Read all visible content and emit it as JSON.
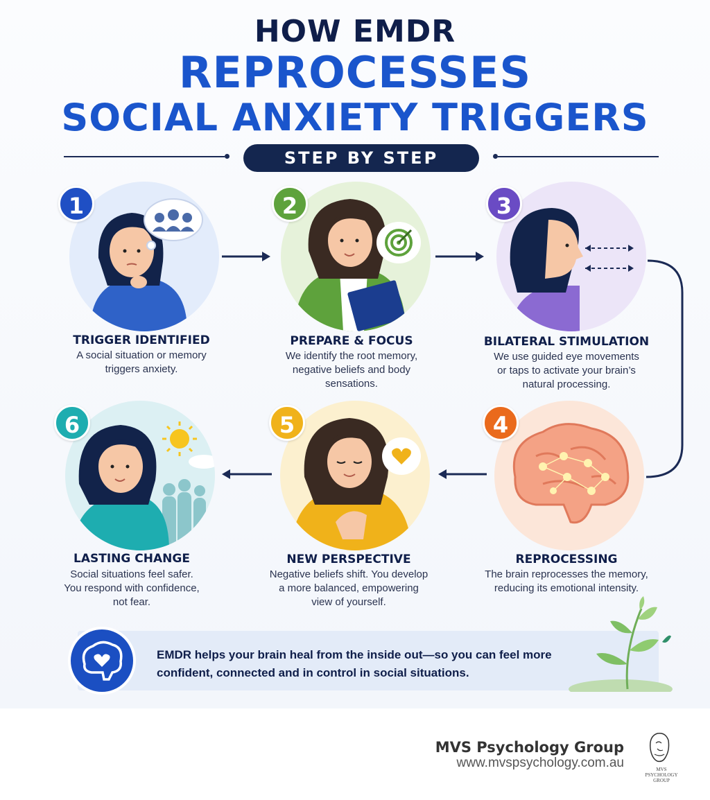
{
  "header": {
    "line1": "HOW EMDR",
    "line2": "REPROCESSES",
    "line3": "SOCIAL ANXIETY TRIGGERS",
    "subtitle": "STEP BY STEP"
  },
  "steps": [
    {
      "number": "1",
      "title": "TRIGGER IDENTIFIED",
      "desc1": "A social situation or memory",
      "desc2": "triggers anxiety.",
      "desc3": "",
      "color": "#1f4fc4",
      "bg": "#e3ecfb",
      "icon": "thought-bubble-people-icon"
    },
    {
      "number": "2",
      "title": "PREPARE & FOCUS",
      "desc1": "We identify the root memory,",
      "desc2": "negative beliefs and body",
      "desc3": "sensations.",
      "color": "#5ea23c",
      "bg": "#e6f2da",
      "icon": "target-icon"
    },
    {
      "number": "3",
      "title": "BILATERAL STIMULATION",
      "desc1": "We use guided eye movements",
      "desc2": "or taps to activate your brain’s",
      "desc3": "natural processing.",
      "color": "#6a4bc4",
      "bg": "#ece5f8",
      "icon": "eye-movement-arrows-icon"
    },
    {
      "number": "4",
      "title": "REPROCESSING",
      "desc1": "The brain reprocesses the memory,",
      "desc2": "reducing its emotional intensity.",
      "desc3": "",
      "color": "#ea6a1c",
      "bg": "#fce6d9",
      "icon": "glowing-brain-icon"
    },
    {
      "number": "5",
      "title": "NEW PERSPECTIVE",
      "desc1": "Negative beliefs shift. You develop",
      "desc2": "a more balanced, empowering",
      "desc3": "view of yourself.",
      "color": "#f0b21a",
      "bg": "#fcf0cf",
      "icon": "heart-bubble-icon"
    },
    {
      "number": "6",
      "title": "LASTING CHANGE",
      "desc1": "Social situations feel safer.",
      "desc2": "You respond with confidence,",
      "desc3": "not fear.",
      "color": "#1eadb0",
      "bg": "#dcf0f3",
      "icon": "sun-icon"
    }
  ],
  "banner": {
    "line1": "EMDR helps your brain heal from the inside out—so you can feel more",
    "line2": "confident, connected and in control in social situations."
  },
  "footer": {
    "brand": "MVS Psychology Group",
    "url": "www.mvspsychology.com.au",
    "logo_line1": "MVS",
    "logo_line2": "PSYCHOLOGY",
    "logo_line3": "GROUP"
  }
}
